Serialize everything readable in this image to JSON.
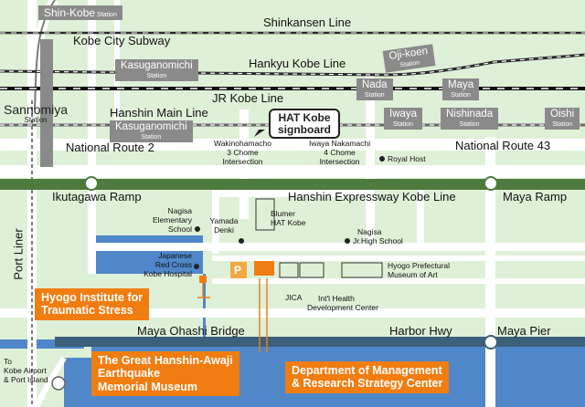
{
  "stations": {
    "shin_kobe": {
      "name": "Shin-Kobe",
      "suffix": "Station"
    },
    "kasuganomichi_hankyu": {
      "name": "Kasuganomichi",
      "suffix": "Station"
    },
    "oji_koen": {
      "name": "Oji-koen",
      "suffix": "Station"
    },
    "nada": {
      "name": "Nada",
      "suffix": "Station"
    },
    "maya": {
      "name": "Maya",
      "suffix": "Station"
    },
    "sannomiya": {
      "name": "Sannomiya",
      "suffix": "Station"
    },
    "kasuganomichi_hanshin": {
      "name": "Kasuganomichi",
      "suffix": "Station"
    },
    "iwaya": {
      "name": "Iwaya",
      "suffix": "Station"
    },
    "nishinada": {
      "name": "Nishinada",
      "suffix": "Station"
    },
    "oishi": {
      "name": "Oishi",
      "suffix": "Station"
    }
  },
  "lines": {
    "shinkansen": "Shinkansen Line",
    "subway": "Kobe City Subway",
    "hankyu": "Hankyu Kobe Line",
    "jr": "JR Kobe Line",
    "hanshin_main": "Hanshin Main Line",
    "port_liner": "Port Liner"
  },
  "roads": {
    "route2": "National Route 2",
    "route43": "National Route 43",
    "expressway": "Hanshin Expressway Kobe Line",
    "ikutagawa_ramp": "Ikutagawa Ramp",
    "maya_ramp": "Maya Ramp",
    "maya_ohashi": "Maya Ohashi Bridge",
    "harbor_hwy": "Harbor Hwy",
    "maya_pier": "Maya Pier"
  },
  "signboard": {
    "line1": "HAT Kobe",
    "line2": "signboard"
  },
  "intersections": {
    "wakinohamacho": [
      "Wakinohamacho",
      "3 Chome",
      "Intersection"
    ],
    "iwaya_nakamachi": [
      "Iwaya Nakamachi",
      "4 Chome",
      "Intersection"
    ]
  },
  "places": {
    "royal_host": "Royal Host",
    "nagisa_elem": [
      "Nagisa",
      "Elementary",
      "School"
    ],
    "yamada": [
      "Yamada",
      "Denki"
    ],
    "blumer": [
      "Blumer",
      "HAT Kobe"
    ],
    "nagisa_jr": [
      "Nagisa",
      "Jr.High School"
    ],
    "red_cross": [
      "Japanese",
      "Red Cross",
      "Kobe Hospital"
    ],
    "parking": "P",
    "jica": "JICA",
    "art_museum": [
      "Hyogo Prefectural",
      "Museum of Art"
    ],
    "intl_health": [
      "Int'l Health",
      "Development Center"
    ],
    "airport": [
      "To",
      "Kobe Airport",
      "& Port Island"
    ]
  },
  "highlights": {
    "traumatic": [
      "Hyogo Institute for",
      "Traumatic Stress"
    ],
    "museum": [
      "The Great Hanshin-Awaji",
      "Earthquake",
      "Memorial Museum"
    ],
    "department": [
      "Department of Management",
      "& Research Strategy Center"
    ]
  },
  "colors": {
    "background": "#dff0d8",
    "road": "#ffffff",
    "expressway": "#4f7a3f",
    "harbor": "#3c5f7a",
    "water": "#4f87c9",
    "station": "#8a8a8a",
    "highlight": "#f07d12"
  }
}
